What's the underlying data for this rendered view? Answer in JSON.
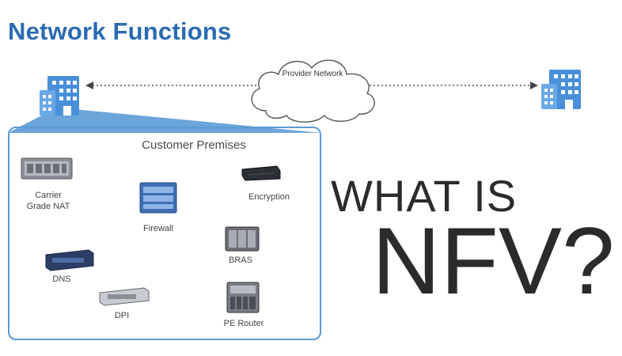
{
  "title": "Network Functions",
  "cloud": {
    "label": "Provider Network"
  },
  "premises": {
    "title": "Customer Premises",
    "devices": [
      {
        "label_line1": "Carrier",
        "label_line2": "Grade NAT",
        "icon": "carrier-nat-server-icon"
      },
      {
        "label": "Firewall",
        "icon": "firewall-appliance-icon"
      },
      {
        "label": "Encryption",
        "icon": "encryption-appliance-icon"
      },
      {
        "label": "BRAS",
        "icon": "bras-chassis-icon"
      },
      {
        "label": "DNS",
        "icon": "dns-server-icon"
      },
      {
        "label": "DPI",
        "icon": "dpi-appliance-icon"
      },
      {
        "label": "PE Router",
        "icon": "pe-router-icon"
      }
    ]
  },
  "headline": {
    "line1": "WHAT IS",
    "line2": "NFV?"
  },
  "colors": {
    "title": "#2a6bb3",
    "accent": "#5b9bd5",
    "building": "#4a90d9",
    "text": "#2b2b2b"
  }
}
